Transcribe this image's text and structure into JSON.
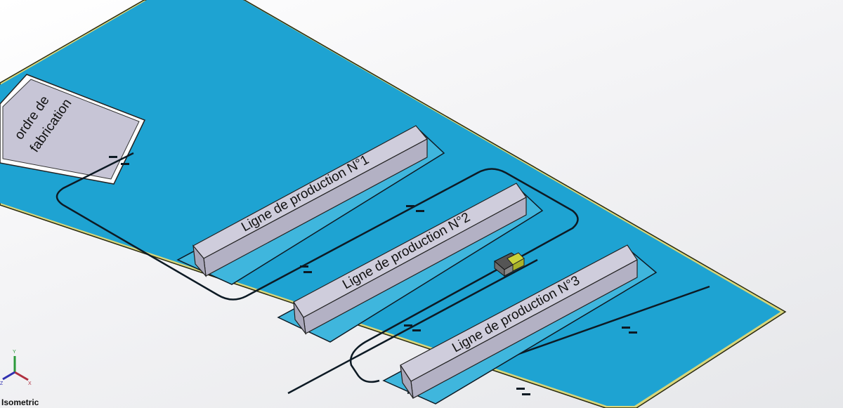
{
  "viewport": {
    "view_orientation": "Isometric",
    "triad_axes": [
      "Y",
      "X",
      "Z"
    ]
  },
  "model": {
    "order_box_label": [
      "ordre de",
      "fabrication"
    ],
    "production_lines": [
      {
        "label": "Ligne de production N°1"
      },
      {
        "label": "Ligne de production N°2"
      },
      {
        "label": "Ligne de production N°3"
      }
    ]
  },
  "colors": {
    "floor": "#1ea3d2",
    "box": "#c7c5d6",
    "track": "#0d1a24",
    "cart": "#c9d23a"
  }
}
